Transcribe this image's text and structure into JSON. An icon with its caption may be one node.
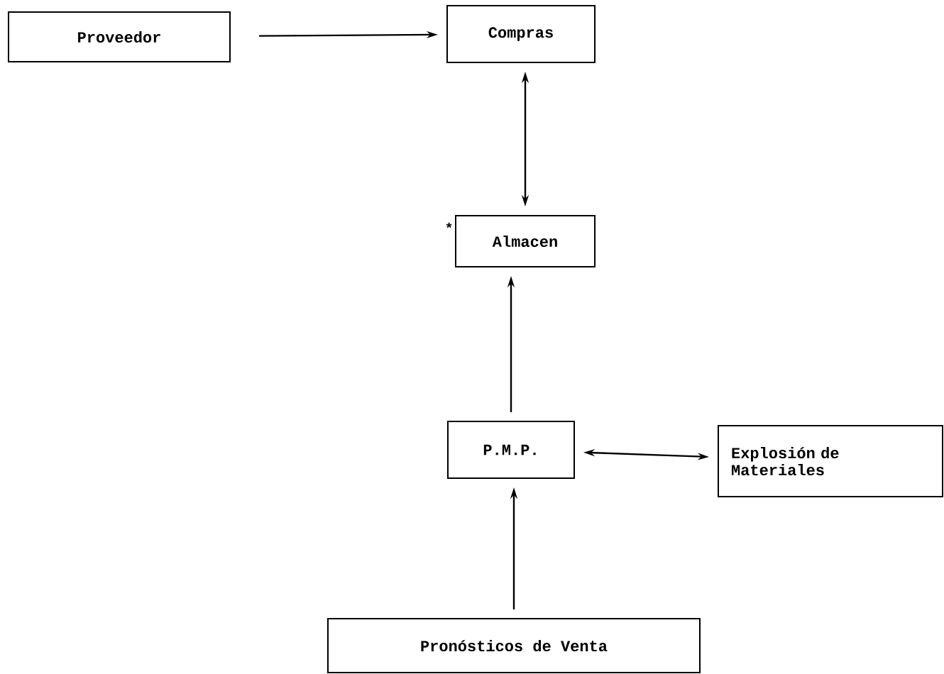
{
  "diagram": {
    "nodes": [
      {
        "text": [
          "Proveedor"
        ]
      },
      {
        "text": [
          "Compras"
        ]
      },
      {
        "text": [
          "Almacen"
        ],
        "beside": [
          "*"
        ]
      },
      {
        "text": [
          "P.M.P."
        ]
      },
      {
        "text": [
          "Explosión de Materiales"
        ]
      },
      {
        "text": [
          "Pronósticos de Venta"
        ]
      }
    ],
    "edges": [
      {
        "from": 0,
        "to": 1,
        "arrow": "to"
      },
      {
        "from": 1,
        "to": 2,
        "arrow": "both"
      },
      {
        "from": 3,
        "to": 2,
        "arrow": "to"
      },
      {
        "from": 3,
        "to": 4,
        "arrow": "both"
      },
      {
        "from": 5,
        "to": 3,
        "arrow": "to"
      }
    ]
  }
}
